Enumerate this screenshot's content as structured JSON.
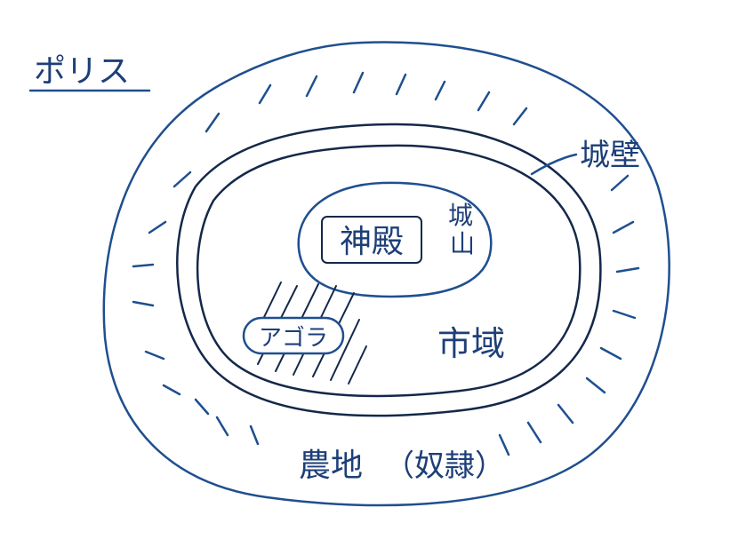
{
  "title": "ポリス",
  "labels": {
    "wall": "城壁",
    "temple": "神殿",
    "acropolis_top": "城",
    "acropolis_bottom": "山",
    "agora": "アゴラ",
    "city": "市域",
    "farmland": "農地",
    "slaves": "（奴隷）"
  },
  "colors": {
    "ink": "#1f4f8f",
    "ink_dark": "#14284a",
    "text": "#1d3f78"
  }
}
